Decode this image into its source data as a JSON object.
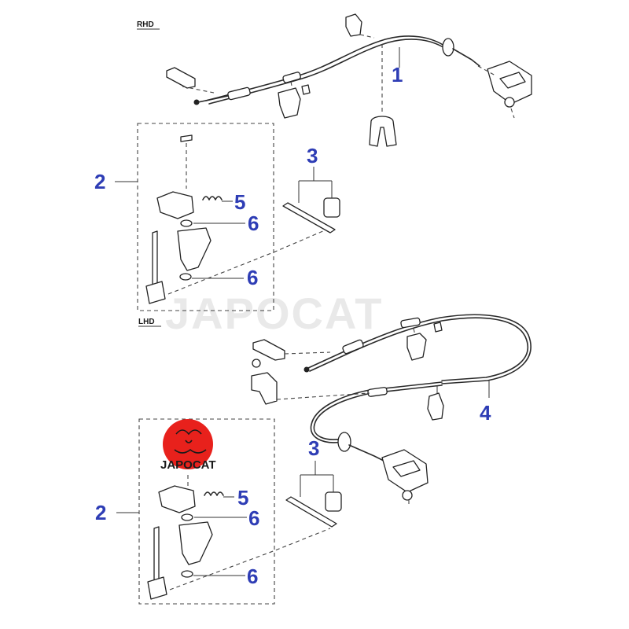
{
  "sections": {
    "rhd": "RHD",
    "lhd": "LHD"
  },
  "callouts": [
    "1",
    "2",
    "3",
    "5",
    "6",
    "6",
    "4",
    "2",
    "3",
    "5",
    "6",
    "6"
  ],
  "watermark": "JAPOCAT",
  "logo": {
    "text": "JAPOCAT",
    "color": "#e8211c"
  },
  "colors": {
    "callout": "#2e3db5",
    "line": "#2a2a2a"
  }
}
